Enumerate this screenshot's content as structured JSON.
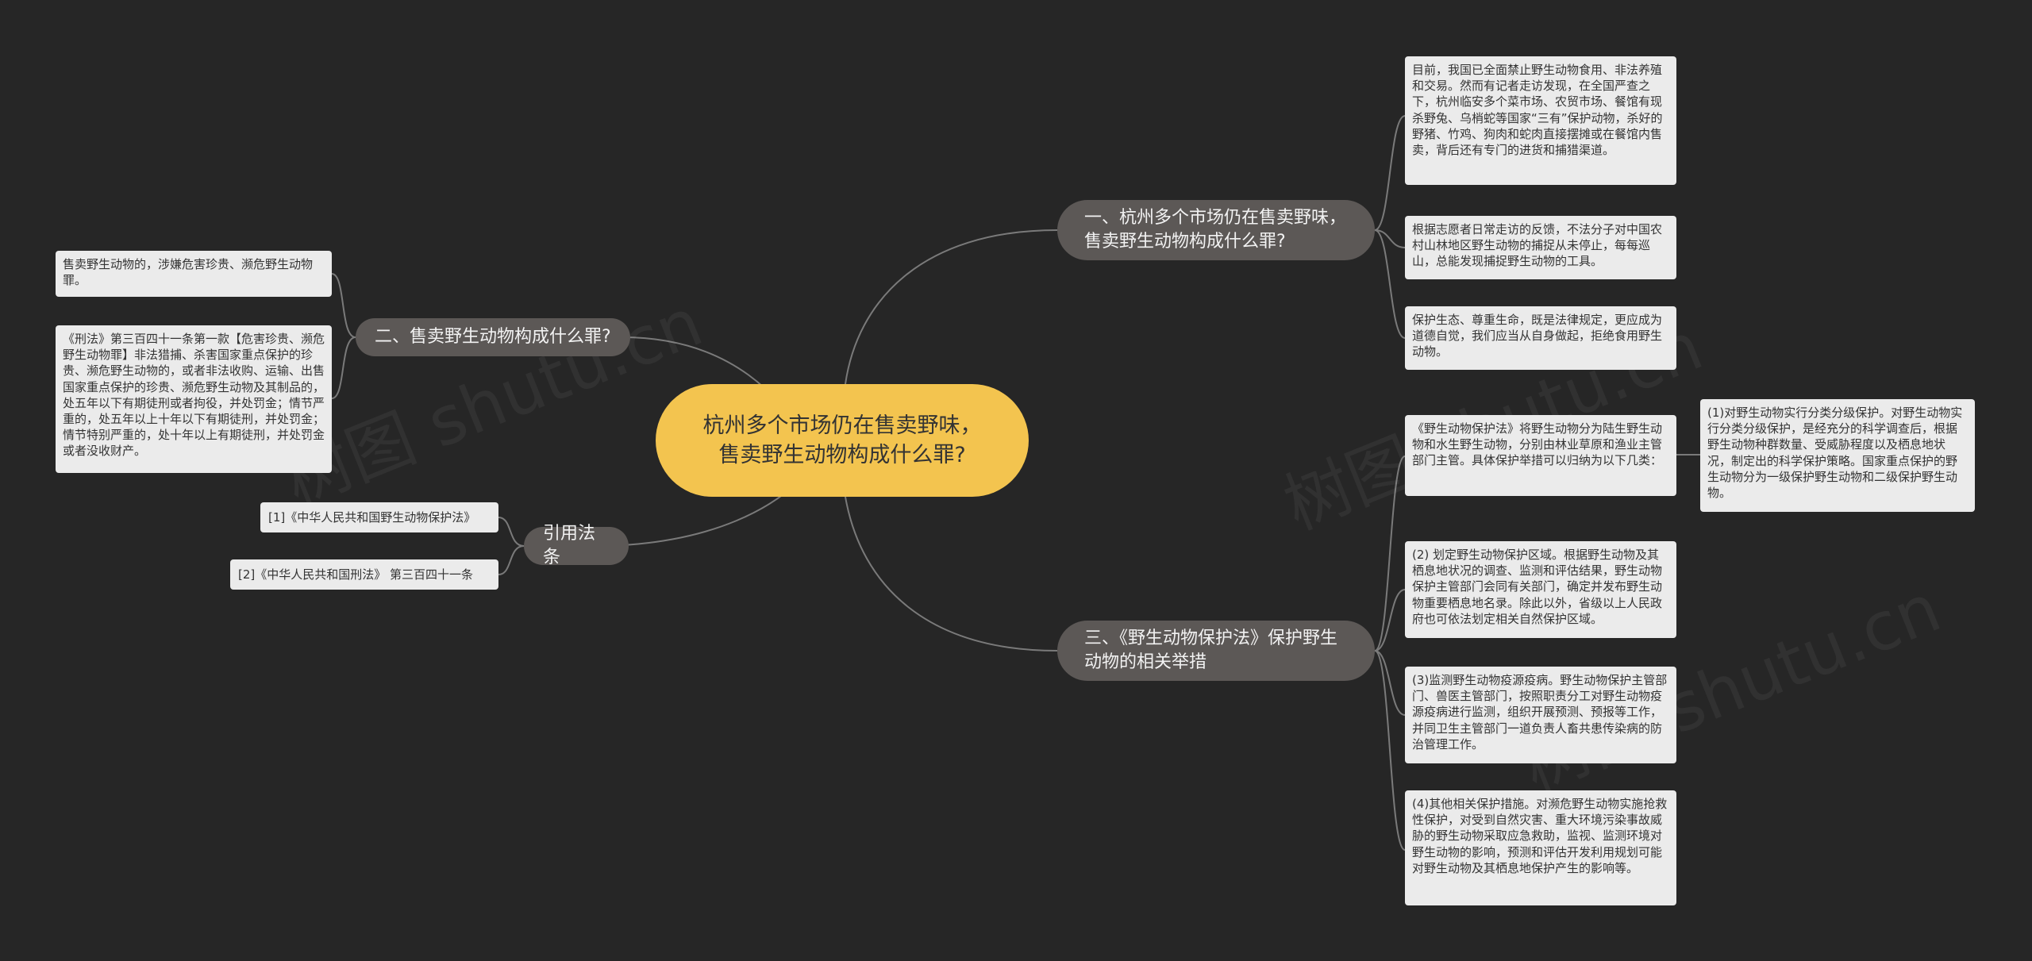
{
  "center": {
    "title": "杭州多个市场仍在售卖野味，售卖野生动物构成什么罪?"
  },
  "branches": {
    "b1": {
      "label": "一、杭州多个市场仍在售卖野味，售卖野生动物构成什么罪?",
      "leaves": [
        "目前，我国已全面禁止野生动物食用、非法养殖和交易。然而有记者走访发现，在全国严查之下，杭州临安多个菜市场、农贸市场、餐馆有现杀野兔、乌梢蛇等国家“三有”保护动物，杀好的野猪、竹鸡、狗肉和蛇肉直接摆摊或在餐馆内售卖，背后还有专门的进货和捕猎渠道。",
        "根据志愿者日常走访的反馈，不法分子对中国农村山林地区野生动物的捕捉从未停止，每每巡山，总能发现捕捉野生动物的工具。",
        "保护生态、尊重生命，既是法律规定，更应成为道德自觉，我们应当从自身做起，拒绝食用野生动物。"
      ]
    },
    "b2": {
      "label": "二、售卖野生动物构成什么罪?",
      "leaves": [
        "售卖野生动物的，涉嫌危害珍贵、濒危野生动物罪。",
        "《刑法》第三百四十一条第一款【危害珍贵、濒危野生动物罪】非法猎捕、杀害国家重点保护的珍贵、濒危野生动物的，或者非法收购、运输、出售国家重点保护的珍贵、濒危野生动物及其制品的，处五年以下有期徒刑或者拘役，并处罚金；情节严重的，处五年以上十年以下有期徒刑，并处罚金；情节特别严重的，处十年以上有期徒刑，并处罚金或者没收财产。"
      ]
    },
    "b3": {
      "label": "引用法条",
      "leaves": [
        "[1]《中华人民共和国野生动物保护法》",
        "[2]《中华人民共和国刑法》 第三百四十一条"
      ]
    },
    "b4": {
      "label": "三、《野生动物保护法》保护野生动物的相关举措",
      "leaves": [
        "《野生动物保护法》将野生动物分为陆生野生动物和水生野生动物，分别由林业草原和渔业主管部门主管。具体保护举措可以归纳为以下几类：",
        "(2) 划定野生动物保护区域。根据野生动物及其栖息地状况的调查、监测和评估结果，野生动物保护主管部门会同有关部门，确定并发布野生动物重要栖息地名录。除此以外，省级以上人民政府也可依法划定相关自然保护区域。",
        "(3)监测野生动物疫源疫病。野生动物保护主管部门、兽医主管部门，按照职责分工对野生动物疫源疫病进行监测，组织开展预测、预报等工作，并同卫生主管部门一道负责人畜共患传染病的防治管理工作。",
        "(4)其他相关保护措施。对濒危野生动物实施抢救性保护，对受到自然灾害、重大环境污染事故威胁的野生动物采取应急救助，监视、监测环境对野生动物的影响，预测和评估开发利用规划可能对野生动物及其栖息地保护产生的影响等。"
      ],
      "subleaf": "(1)对野生动物实行分类分级保护。对野生动物实行分类分级保护，是经充分的科学调查后，根据野生动物种群数量、受威胁程度以及栖息地状况，制定出的科学保护策略。国家重点保护的野生动物分为一级保护野生动物和二级保护野生动物。"
    }
  },
  "watermark": [
    "树图 shutu.cn",
    "树图 shutu.cn",
    "树图 shutu.cn"
  ]
}
